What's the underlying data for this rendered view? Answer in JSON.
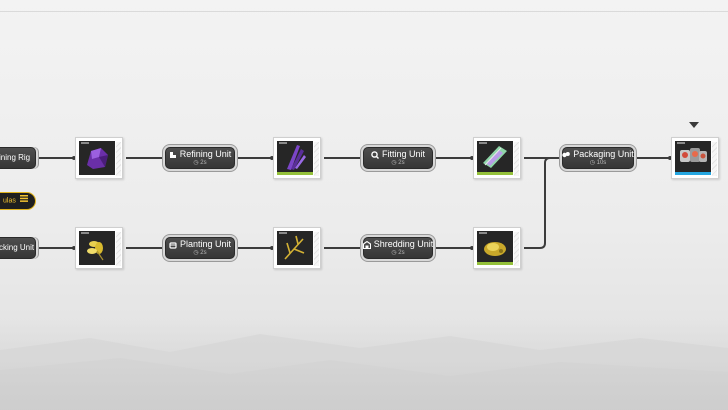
{
  "colors": {
    "accent_gold": "#e0b31d",
    "node_dark": "#3a3a3a",
    "quality_green": "#94c13a",
    "quality_blue": "#25a6e0"
  },
  "left_nodes": {
    "top_label": "ining Rig",
    "formula_label": "ulas",
    "bottom_label": "cking Unit"
  },
  "units": [
    {
      "name": "Refining Unit",
      "time": "2s",
      "icon": "refining-icon"
    },
    {
      "name": "Fitting Unit",
      "time": "2s",
      "icon": "fitting-icon"
    },
    {
      "name": "Packaging Unit",
      "time": "10s",
      "icon": "packaging-icon"
    },
    {
      "name": "Planting Unit",
      "time": "2s",
      "icon": "planting-icon"
    },
    {
      "name": "Shredding Unit",
      "time": "2s",
      "icon": "shredding-icon"
    }
  ],
  "items": [
    {
      "icon": "amethyst-ore-icon",
      "quality": "none"
    },
    {
      "icon": "amethyst-crystal-icon",
      "quality": "green"
    },
    {
      "icon": "amethyst-component-icon",
      "quality": "green"
    },
    {
      "icon": "packaged-product-icon",
      "quality": "blue"
    },
    {
      "icon": "yellow-flower-icon",
      "quality": "none"
    },
    {
      "icon": "golden-branch-icon",
      "quality": "none"
    },
    {
      "icon": "golden-powder-icon",
      "quality": "green"
    }
  ]
}
